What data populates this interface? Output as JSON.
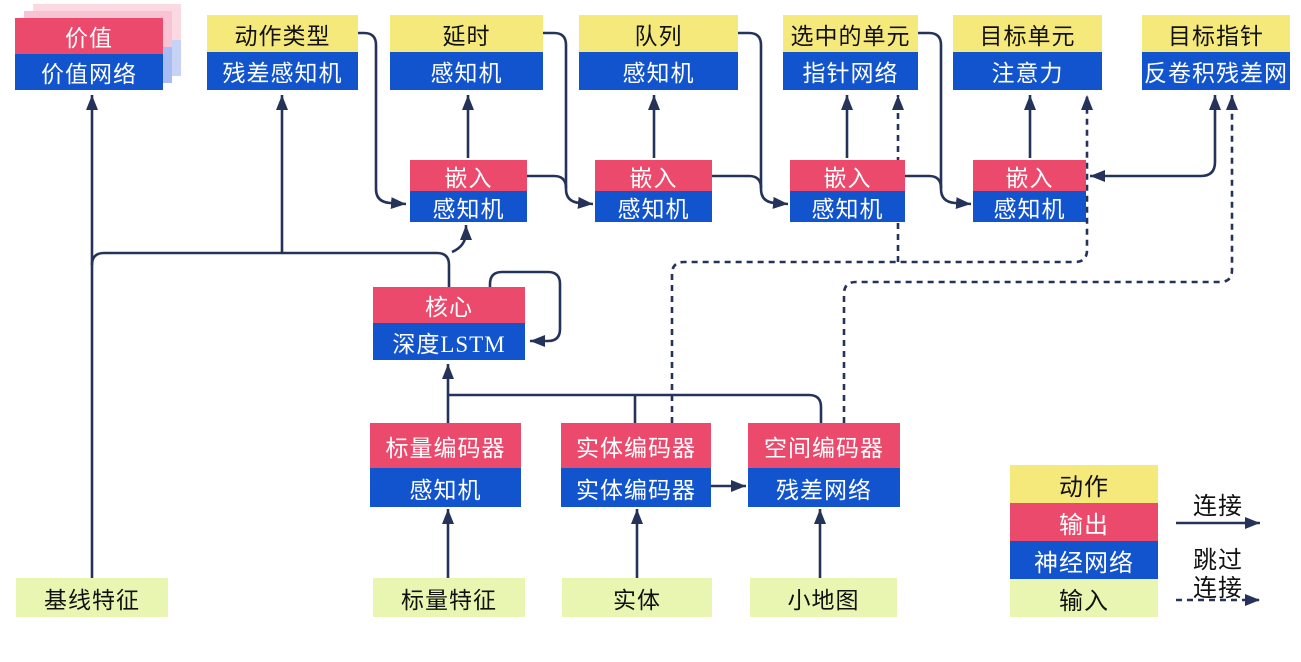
{
  "diagram": {
    "heads": {
      "value": {
        "top": "价值",
        "bottom": "价值网络"
      },
      "action_type": {
        "top": "动作类型",
        "bottom": "残差感知机"
      },
      "delay": {
        "top": "延时",
        "bottom": "感知机"
      },
      "queue": {
        "top": "队列",
        "bottom": "感知机"
      },
      "selected_units": {
        "top": "选中的单元",
        "bottom": "指针网络"
      },
      "target_unit": {
        "top": "目标单元",
        "bottom": "注意力"
      },
      "target_pointer": {
        "top": "目标指针",
        "bottom": "反卷积残差网"
      }
    },
    "embedding": {
      "top": "嵌入",
      "bottom": "感知机"
    },
    "core": {
      "top": "核心",
      "bottom": "深度LSTM"
    },
    "encoders": {
      "scalar": {
        "top": "标量编码器",
        "bottom": "感知机"
      },
      "entity": {
        "top": "实体编码器",
        "bottom": "实体编码器"
      },
      "spatial": {
        "top": "空间编码器",
        "bottom": "残差网络"
      }
    },
    "inputs": {
      "baseline": "基线特征",
      "scalar": "标量特征",
      "entity": "实体",
      "minimap": "小地图"
    },
    "legend": {
      "action": "动作",
      "output": "输出",
      "network": "神经网络",
      "input": "输入",
      "connection": "连接",
      "skip_line1": "跳过",
      "skip_line2": "连接"
    },
    "colors": {
      "action_yellow": "#f6e97b",
      "output_red": "#eb4a6d",
      "network_blue": "#1254cd",
      "input_green": "#e9f6b1",
      "line_navy": "#25335a",
      "shadow_pink_back": "#fbd9e3",
      "shadow_blue_back": "#c7d2f7",
      "shadow_pink_mid": "#f8c3d2",
      "shadow_blue_mid": "#a9bdf2"
    }
  }
}
